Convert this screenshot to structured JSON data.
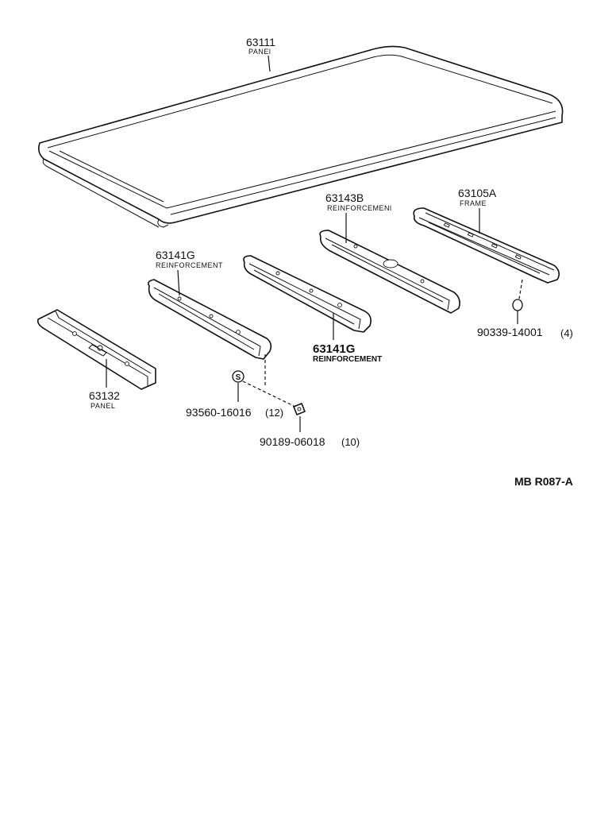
{
  "parts": [
    {
      "id": "panel-roof",
      "number": "63111",
      "name": "PANEl"
    },
    {
      "id": "reinforcement-front",
      "number": "63141G",
      "name": "REINFORCEMENT"
    },
    {
      "id": "reinforcement-mid",
      "number": "63141G",
      "name": "REINFORCEMENT"
    },
    {
      "id": "reinforcement-rear",
      "number": "63143B",
      "name": "REINFORCEMENl"
    },
    {
      "id": "frame",
      "number": "63105A",
      "name": "FRAME"
    },
    {
      "id": "panel-front",
      "number": "63132",
      "name": "PANEL"
    }
  ],
  "fasteners": [
    {
      "id": "screw",
      "number": "93560-16016",
      "qty": "(12)",
      "symbol": "S"
    },
    {
      "id": "clip",
      "number": "90189-06018",
      "qty": "(10)"
    },
    {
      "id": "plug",
      "number": "90339-14001",
      "qty": "(4)"
    }
  ],
  "reference_code": "MB R087-A"
}
